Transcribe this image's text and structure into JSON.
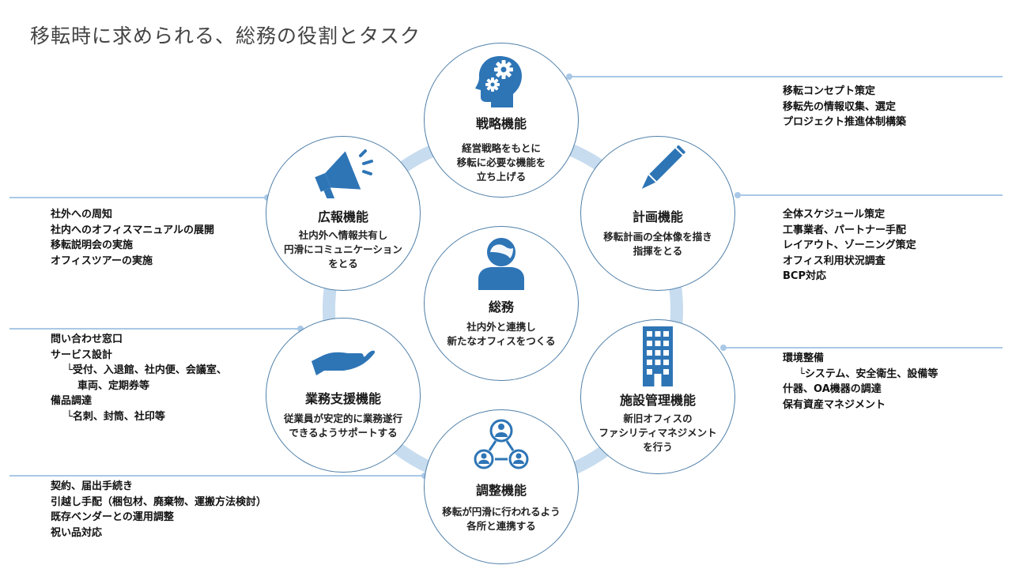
{
  "title": "移転時に求められる、総務の役割とタスク",
  "colors": {
    "accent": "#2e75b6",
    "ring": "#c7dcef",
    "leader": "#a9c8e6",
    "node_border": "#4f7fa8"
  },
  "center": {
    "icon": "person-icon",
    "name": "総務",
    "desc": [
      "社内外と連携し",
      "新たなオフィスをつくる"
    ]
  },
  "nodes": {
    "strategy": {
      "icon": "gears-head-icon",
      "name": "戦略機能",
      "desc": [
        "経営戦略をもとに",
        "移転に必要な機能を",
        "立ち上げる"
      ]
    },
    "planning": {
      "icon": "pencil-icon",
      "name": "計画機能",
      "desc": [
        "移転計画の全体像を描き",
        "指揮をとる"
      ]
    },
    "facility": {
      "icon": "building-icon",
      "name": "施設管理機能",
      "desc": [
        "新旧オフィスの",
        "ファシリティマネジメント",
        "を行う"
      ]
    },
    "coordination": {
      "icon": "network-people-icon",
      "name": "調整機能",
      "desc": [
        "移転が円滑に行われるよう",
        "各所と連携する"
      ]
    },
    "support": {
      "icon": "hand-icon",
      "name": "業務支援機能",
      "desc": [
        "従業員が安定的に業務遂行",
        "できるようサポートする"
      ]
    },
    "pr": {
      "icon": "megaphone-icon",
      "name": "広報機能",
      "desc": [
        "社内外へ情報共有し",
        "円滑にコミュニケーション",
        "をとる"
      ]
    }
  },
  "tasks": {
    "strategy": [
      "移転コンセプト策定",
      "移転先の情報収集、選定",
      "プロジェクト推進体制構築"
    ],
    "planning": [
      "全体スケジュール策定",
      "工事業者、パートナー手配",
      "レイアウト、ゾーニング策定",
      "オフィス利用状況調査",
      "BCP対応"
    ],
    "facility": [
      "環境整備",
      "└システム、安全衛生、設備等",
      "什器、OA機器の調達",
      "保有資産マネジメント"
    ],
    "coordination": [
      "契約、届出手続き",
      "引越し手配（梱包材、廃棄物、運搬方法検討）",
      "既存ベンダーとの運用調整",
      "祝い品対応"
    ],
    "support": [
      "問い合わせ窓口",
      "サービス設計",
      "└受付、入退館、社内便、会議室、",
      "車両、定期券等",
      "備品調達",
      "└名刺、封筒、社印等"
    ],
    "pr": [
      "社外への周知",
      "社内へのオフィスマニュアルの展開",
      "移転説明会の実施",
      "オフィスツアーの実施"
    ]
  }
}
